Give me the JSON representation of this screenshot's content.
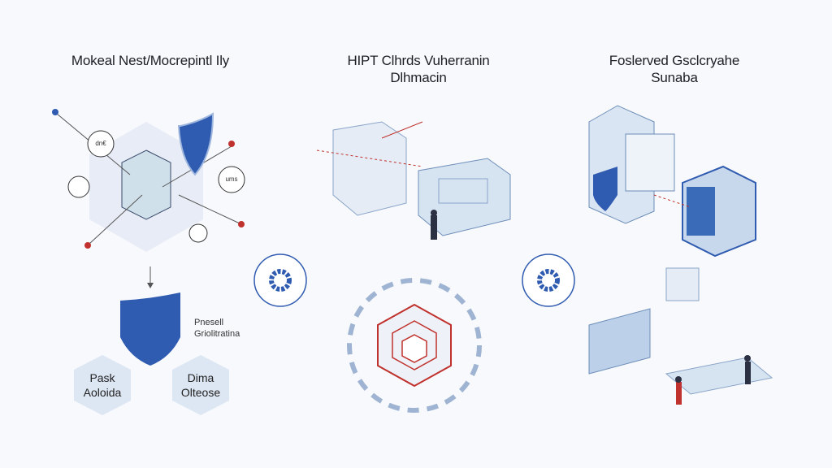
{
  "panels": [
    {
      "title": "Mokeal Nest/Mocrepintl Ily",
      "bubble_labels": [
        "dn€",
        "ums"
      ],
      "legend": "Pnesell\nGriolitratina",
      "hexes": [
        "Pask\nAoloida",
        "Dima\nOlteose"
      ]
    },
    {
      "title": "HIPT Clhrds Vuherranin\nDlhmacin"
    },
    {
      "title": "Foslerved Gsclcryahe\nSunaba"
    }
  ],
  "colors": {
    "accent": "#2f5bb0",
    "alert": "#c0322e",
    "hex": "#dde6f3",
    "background": "#f7f9fc"
  }
}
